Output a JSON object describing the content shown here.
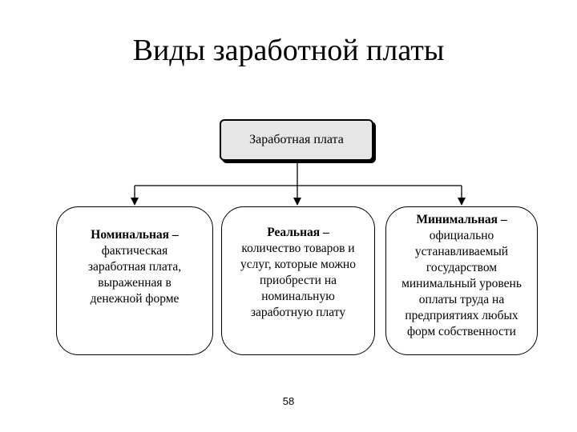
{
  "title": "Виды заработной платы",
  "root": {
    "label": "Заработная плата"
  },
  "children": [
    {
      "term": "Номинальная –",
      "lines": [
        "фактическая",
        "заработная плата,",
        "выраженная в",
        "денежной форме"
      ]
    },
    {
      "term": "Реальная –",
      "lines": [
        "количество товаров и",
        "услуг, которые можно",
        "приобрести на",
        "номинальную",
        "заработную плату"
      ]
    },
    {
      "term": "Минимальная –",
      "lines": [
        "официально",
        "устанавливаемый",
        "государством",
        "минимальный уровень",
        "оплаты труда на",
        "предприятиях любых",
        "форм собственности"
      ]
    }
  ],
  "page_number": "58"
}
